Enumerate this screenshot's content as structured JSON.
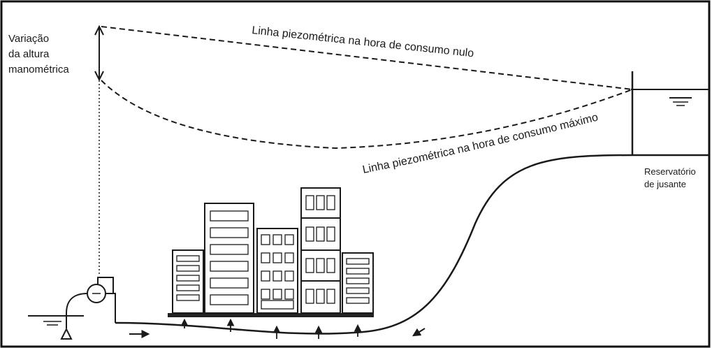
{
  "labels": {
    "head_variation": [
      "Variação",
      "da altura",
      "manométrica"
    ],
    "line_null": "Linha piezométrica na hora de consumo nulo",
    "line_max": "Linha piezométrica na hora de consumo máximo",
    "reservoir": [
      "Reservatório",
      "de jusante"
    ]
  }
}
